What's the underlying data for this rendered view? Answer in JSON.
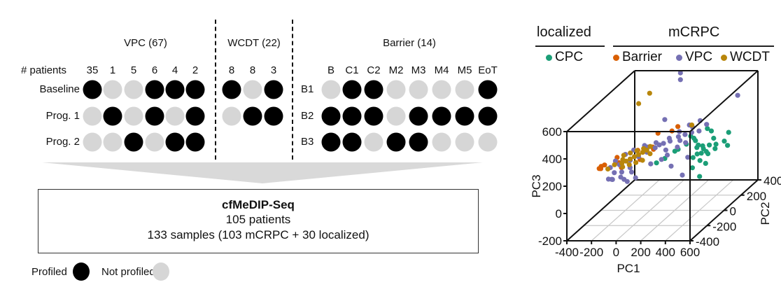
{
  "design": {
    "row_header": "# patients",
    "groups": [
      {
        "name": "VPC (67)",
        "columns": [
          "35",
          "1",
          "5",
          "6",
          "4",
          "2"
        ],
        "rows": [
          {
            "label": "Baseline",
            "profiled": [
              1,
              0,
              0,
              1,
              1,
              1
            ]
          },
          {
            "label": "Prog. 1",
            "profiled": [
              0,
              1,
              0,
              1,
              0,
              1
            ]
          },
          {
            "label": "Prog. 2",
            "profiled": [
              0,
              0,
              1,
              0,
              1,
              1
            ]
          }
        ]
      },
      {
        "name": "WCDT (22)",
        "columns": [
          "8",
          "8",
          "3"
        ],
        "rows": [
          {
            "label": "",
            "profiled": [
              1,
              0,
              1
            ]
          },
          {
            "label": "",
            "profiled": [
              0,
              1,
              1
            ]
          }
        ]
      },
      {
        "name": "Barrier (14)",
        "columns": [
          "B",
          "C1",
          "C2",
          "M2",
          "M3",
          "M4",
          "M5",
          "EoT"
        ],
        "rows": [
          {
            "label": "B1",
            "profiled": [
              0,
              1,
              1,
              0,
              0,
              0,
              0,
              1
            ]
          },
          {
            "label": "B2",
            "profiled": [
              1,
              1,
              1,
              0,
              1,
              1,
              1,
              1
            ]
          },
          {
            "label": "B3",
            "profiled": [
              1,
              1,
              0,
              1,
              1,
              0,
              0,
              0
            ]
          }
        ]
      }
    ],
    "summary": {
      "title": "cfMeDIP-Seq",
      "line1": "105 patients",
      "line2": "133 samples (103 mCRPC + 30 localized)"
    },
    "legend": {
      "profiled": "Profiled",
      "not_profiled": "Not profiled",
      "profiled_color": "#000000",
      "not_profiled_color": "#d6d6d6"
    }
  },
  "chart_data": {
    "type": "scatter",
    "projection": "3d",
    "title": "",
    "header_groups": [
      {
        "label": "localized",
        "entries": [
          "CPC"
        ]
      },
      {
        "label": "mCRPC",
        "entries": [
          "Barrier",
          "VPC",
          "WCDT"
        ]
      }
    ],
    "xlabel": "PC1",
    "ylabel": "PC2",
    "zlabel": "PC3",
    "xlim": [
      -400,
      600
    ],
    "ylim": [
      -400,
      400
    ],
    "zlim": [
      -200,
      600
    ],
    "xticks": [
      "-400",
      "-200",
      "0",
      "200",
      "400",
      "600"
    ],
    "yticks": [
      "-400",
      "-200",
      "0",
      "200",
      "400"
    ],
    "zticks": [
      "-200",
      "0",
      "200",
      "400",
      "600"
    ],
    "grid": true,
    "series": [
      {
        "name": "CPC",
        "color": "#1b9e77",
        "points": [
          [
            380,
            0,
            260
          ],
          [
            400,
            40,
            250
          ],
          [
            420,
            20,
            240
          ],
          [
            430,
            -20,
            230
          ],
          [
            410,
            -40,
            235
          ],
          [
            440,
            60,
            245
          ],
          [
            450,
            10,
            225
          ],
          [
            390,
            -60,
            220
          ],
          [
            470,
            0,
            215
          ],
          [
            480,
            80,
            240
          ],
          [
            460,
            -80,
            210
          ],
          [
            500,
            40,
            230
          ],
          [
            520,
            120,
            240
          ],
          [
            420,
            140,
            250
          ],
          [
            350,
            60,
            245
          ],
          [
            300,
            100,
            255
          ],
          [
            260,
            140,
            250
          ],
          [
            220,
            160,
            255
          ],
          [
            240,
            80,
            240
          ],
          [
            200,
            40,
            225
          ],
          [
            160,
            60,
            200
          ],
          [
            120,
            0,
            180
          ],
          [
            80,
            -40,
            170
          ],
          [
            520,
            -100,
            200
          ],
          [
            540,
            -200,
            160
          ],
          [
            500,
            200,
            260
          ],
          [
            560,
            100,
            220
          ],
          [
            440,
            -140,
            190
          ],
          [
            360,
            200,
            270
          ],
          [
            300,
            240,
            265
          ]
        ]
      },
      {
        "name": "Barrier",
        "color": "#d95f02",
        "points": [
          [
            -300,
            -140,
            200
          ],
          [
            -290,
            -160,
            195
          ],
          [
            -280,
            -130,
            205
          ],
          [
            -310,
            -150,
            190
          ],
          [
            -150,
            -120,
            180
          ],
          [
            -100,
            0,
            240
          ],
          [
            -20,
            60,
            230
          ],
          [
            0,
            40,
            225
          ],
          [
            -60,
            180,
            265
          ],
          [
            40,
            200,
            270
          ],
          [
            -200,
            -80,
            195
          ],
          [
            -40,
            -60,
            205
          ],
          [
            60,
            240,
            280
          ],
          [
            -240,
            -40,
            210
          ]
        ]
      },
      {
        "name": "VPC",
        "color": "#7570b3",
        "points": [
          [
            -200,
            -200,
            140
          ],
          [
            -160,
            -220,
            150
          ],
          [
            -140,
            -240,
            160
          ],
          [
            -100,
            -200,
            155
          ],
          [
            -60,
            -220,
            150
          ],
          [
            -20,
            -240,
            145
          ],
          [
            20,
            -200,
            150
          ],
          [
            -240,
            -120,
            180
          ],
          [
            -180,
            -100,
            190
          ],
          [
            -120,
            -60,
            200
          ],
          [
            -80,
            -20,
            205
          ],
          [
            -40,
            20,
            215
          ],
          [
            0,
            60,
            225
          ],
          [
            40,
            100,
            235
          ],
          [
            80,
            120,
            240
          ],
          [
            120,
            160,
            250
          ],
          [
            160,
            180,
            255
          ],
          [
            200,
            200,
            260
          ],
          [
            180,
            240,
            275
          ],
          [
            140,
            260,
            280
          ],
          [
            100,
            200,
            265
          ],
          [
            60,
            140,
            250
          ],
          [
            20,
            80,
            235
          ],
          [
            -20,
            100,
            240
          ],
          [
            -60,
            60,
            230
          ],
          [
            100,
            40,
            220
          ],
          [
            140,
            0,
            205
          ],
          [
            180,
            60,
            230
          ],
          [
            220,
            100,
            240
          ],
          [
            120,
            -40,
            195
          ],
          [
            60,
            -80,
            185
          ],
          [
            -100,
            80,
            230
          ],
          [
            -160,
            40,
            220
          ],
          [
            -200,
            0,
            210
          ],
          [
            -240,
            -60,
            195
          ],
          [
            260,
            200,
            270
          ],
          [
            280,
            260,
            285
          ],
          [
            200,
            300,
            290
          ],
          [
            -180,
            -160,
            165
          ],
          [
            -120,
            -160,
            170
          ],
          [
            -80,
            -120,
            180
          ],
          [
            -40,
            -160,
            170
          ],
          [
            240,
            -100,
            180
          ],
          [
            400,
            -200,
            170
          ],
          [
            320,
            -20,
            200
          ],
          [
            40,
            300,
            640
          ],
          [
            40,
            300,
            590
          ],
          [
            -60,
            260,
            320
          ],
          [
            560,
            220,
            520
          ],
          [
            160,
            120,
            245
          ]
        ]
      },
      {
        "name": "WCDT",
        "color": "#b8860b",
        "points": [
          [
            -160,
            -100,
            200
          ],
          [
            -140,
            -80,
            205
          ],
          [
            -120,
            -60,
            210
          ],
          [
            -100,
            -40,
            215
          ],
          [
            -80,
            -20,
            220
          ],
          [
            -60,
            0,
            225
          ],
          [
            -40,
            20,
            230
          ],
          [
            -180,
            -60,
            205
          ],
          [
            -140,
            -120,
            185
          ],
          [
            -100,
            -100,
            190
          ],
          [
            -60,
            -80,
            195
          ],
          [
            -20,
            -60,
            200
          ],
          [
            -200,
            -20,
            215
          ],
          [
            -160,
            0,
            220
          ],
          [
            -120,
            20,
            225
          ],
          [
            -80,
            40,
            230
          ],
          [
            -40,
            60,
            235
          ],
          [
            0,
            0,
            215
          ],
          [
            -220,
            -100,
            190
          ],
          [
            -260,
            -120,
            170
          ],
          [
            160,
            260,
            280
          ],
          [
            -100,
            140,
            580
          ],
          [
            -120,
            40,
            560
          ]
        ]
      }
    ]
  }
}
